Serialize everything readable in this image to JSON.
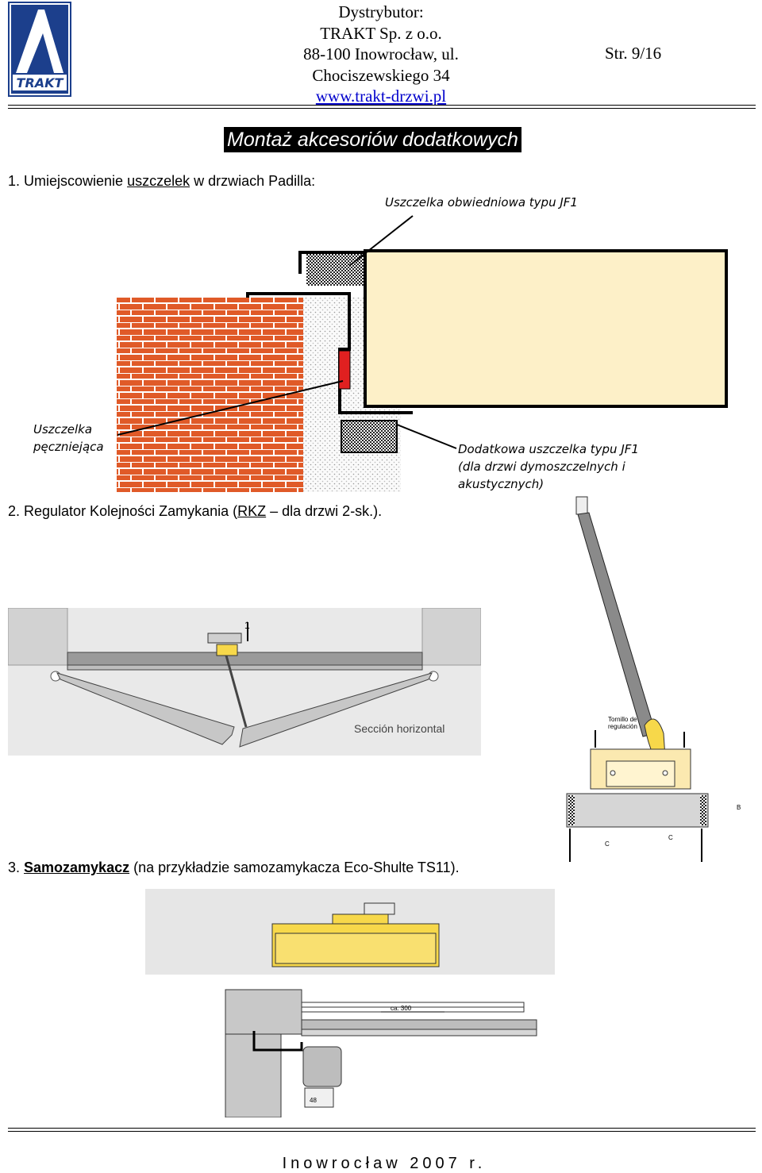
{
  "header": {
    "logo_text": "TRAKT",
    "distributor_label": "Dystrybutor:",
    "company": "TRAKT Sp. z o.o.",
    "address_line1": "88-100 Inowrocław, ul.",
    "address_line2": "Chociszewskiego 34",
    "website": "www.trakt-drzwi.pl",
    "page_number": "Str. 9/16"
  },
  "title": "Montaż akcesoriów dodatkowych",
  "section1": {
    "prefix": "1. Umiejscowienie ",
    "keyword": "uszczelek",
    "suffix": " w drzwiach Padilla:",
    "label_top": "Uszczelka obwiedniowa typu JF1",
    "label_left_1": "Uszczelka",
    "label_left_2": "pęczniejąca",
    "label_right_1": "Dodatkowa uszczelka typu JF1",
    "label_right_2": "(dla drzwi dymoszczelnych i",
    "label_right_3": "akustycznych)"
  },
  "section2": {
    "prefix": "2. Regulator Kolejności Zamykania (",
    "keyword": "RKZ",
    "suffix": " – dla drzwi 2-sk.).",
    "plan_label": "Sección horizontal",
    "plan_mark": "1",
    "detail_label_1": "Tornillo de",
    "detail_label_2": "regulación",
    "detail_b": "B",
    "detail_c": "C"
  },
  "section3": {
    "prefix": "3. ",
    "keyword": "Samozamykacz",
    "suffix": " (na przykładzie samozamykacza Eco-Shulte TS11).",
    "dim_ca": "ca. 300",
    "dim_48": "48"
  },
  "footer": "Inowrocław 2007 r.",
  "colors": {
    "brick": "#e05a28",
    "seal_red": "#e02020",
    "door_fill": "#fdf0c8",
    "closer_yellow": "#f7d84a",
    "logo_blue": "#1c3f8c"
  }
}
